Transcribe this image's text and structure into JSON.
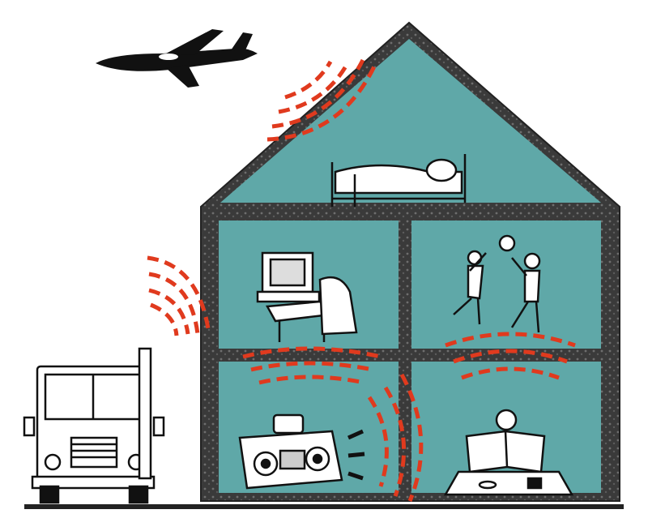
{
  "scene": {
    "kind": "house cross-section showing noise transmission",
    "colors": {
      "background": "#ffffff",
      "room_fill": "#5fa8a8",
      "wall": "#3a3a3a",
      "wall_texture": "#7a7a7a",
      "ink": "#111111",
      "noise": "#e03a1e"
    },
    "noise_sources": [
      {
        "name": "airplane",
        "room": "sky"
      },
      {
        "name": "truck",
        "room": "street"
      },
      {
        "name": "computer",
        "room": "first-floor-left"
      },
      {
        "name": "children-playing-ball",
        "room": "first-floor-right"
      },
      {
        "name": "stereo",
        "room": "ground-floor-left"
      },
      {
        "name": "newspaper-reader",
        "room": "ground-floor-right"
      },
      {
        "name": "sleeping-person",
        "room": "attic"
      }
    ],
    "icons": [
      "airplane-icon",
      "truck-icon",
      "computer-icon",
      "stereo-icon",
      "bed-icon",
      "children-icon",
      "reader-icon"
    ]
  }
}
